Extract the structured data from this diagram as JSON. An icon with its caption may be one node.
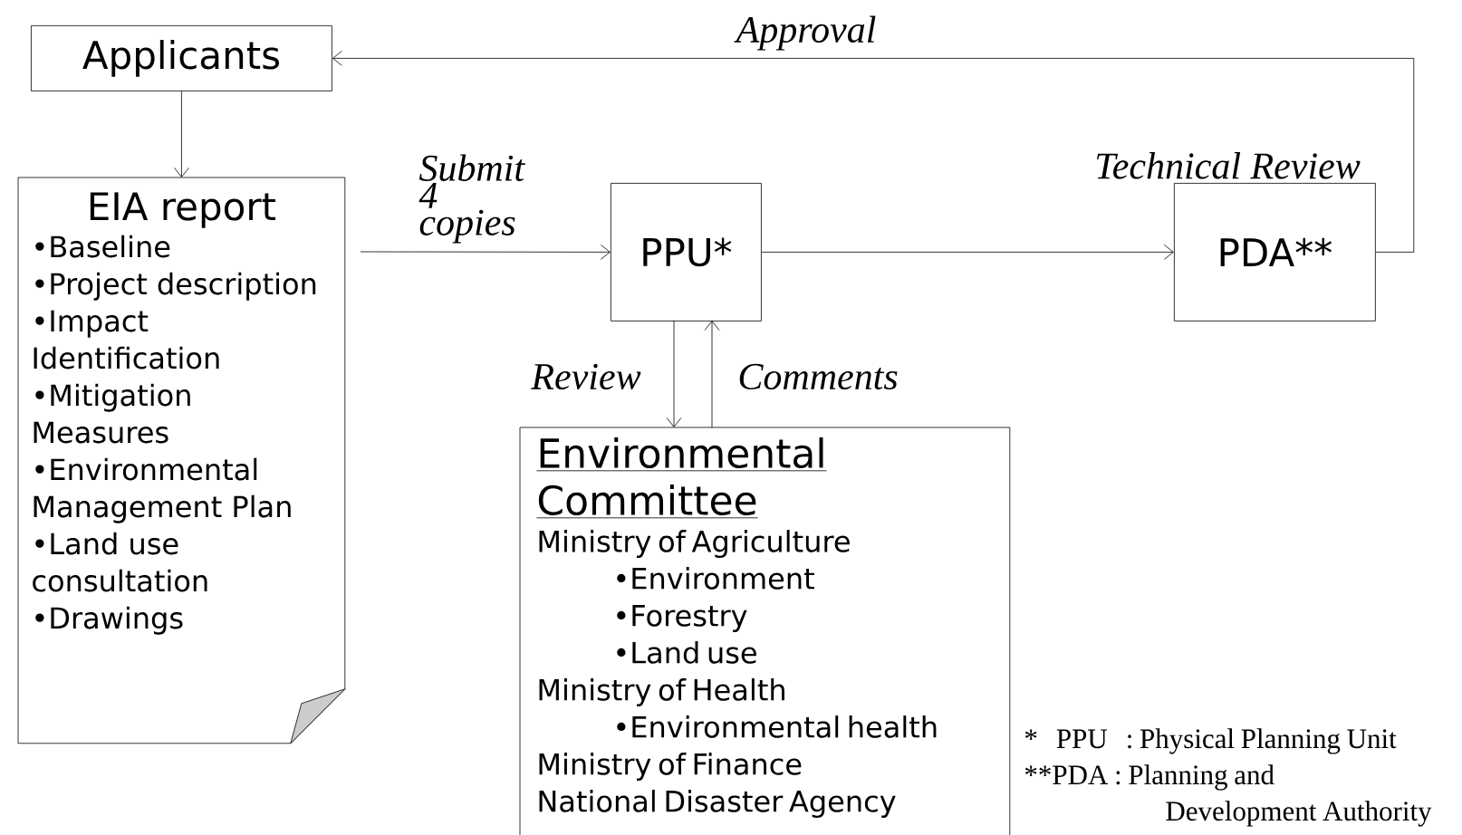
{
  "diagram": {
    "nodes": [
      {
        "text": [
          "Applicants"
        ]
      },
      {
        "text": [
          "EIA report",
          "•Baseline",
          "•Project description",
          "•Impact Identification",
          "•Mitigation Measures",
          "•Environmental Management Plan",
          "•Land use consultation",
          "•Drawings"
        ]
      },
      {
        "text": [
          "PPU*"
        ]
      },
      {
        "text": [
          "PDA**"
        ],
        "beside": [
          "Technical Review"
        ]
      },
      {
        "text": [
          "Environmental Committee",
          "Ministry of Agriculture",
          "•Environment",
          "•Forestry",
          "•Land use",
          "Ministry of Health",
          "•Environmental health",
          "Ministry of Finance",
          "National Disaster Agency"
        ]
      }
    ],
    "edges": [
      {
        "from": 0,
        "to": 1,
        "arrow": "to"
      },
      {
        "from": 1,
        "to": 2,
        "arrow": "to",
        "label": "Submit 4 copies"
      },
      {
        "from": 2,
        "to": 3,
        "arrow": "to"
      },
      {
        "from": 3,
        "to": 0,
        "arrow": "to",
        "label": "Approval"
      },
      {
        "from": 2,
        "to": 4,
        "arrow": "to",
        "label": "Review"
      },
      {
        "from": 4,
        "to": 2,
        "arrow": "to",
        "label": "Comments"
      }
    ],
    "labels": [
      "*   PPU   : Physical Planning Unit",
      "**PDA : Planning and Development Authority"
    ]
  }
}
